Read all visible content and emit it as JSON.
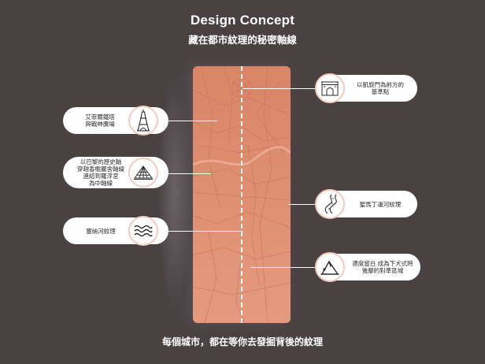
{
  "header": {
    "title": "Design Concept",
    "subtitle": "藏在都市紋理的秘密軸線"
  },
  "footer": {
    "text": "每個城市，都在等你去發掘背後的紋理"
  },
  "left_callouts": [
    {
      "text_lines": [
        "艾菲爾鐵塔",
        "與戰神廣場"
      ],
      "icon": "eiffel-tower-icon"
    },
    {
      "text_lines": [
        "以巴黎的歷史軸",
        "穿越香榭麗舍軸線",
        "連結到羅浮宮",
        "為中軸線"
      ],
      "icon": "louvre-pyramid-icon"
    },
    {
      "text_lines": [
        "塞納河紋理"
      ],
      "icon": "river-waves-icon"
    }
  ],
  "right_callouts": [
    {
      "text_lines": [
        "以凱旋門為前方的",
        "基準點"
      ],
      "icon": "arc-de-triomphe-icon"
    },
    {
      "text_lines": [
        "聖馬丁運河紋理"
      ],
      "icon": "canal-path-icon"
    },
    {
      "text_lines": [
        "適度留白 成為下犬式時",
        "後腳的對準區域"
      ],
      "icon": "downward-dog-pose-icon"
    }
  ],
  "colors": {
    "background": "#4a4143",
    "mat": "#de8e71",
    "accent_ring": "#f3cabb",
    "callout_bg": "#ffffff"
  }
}
